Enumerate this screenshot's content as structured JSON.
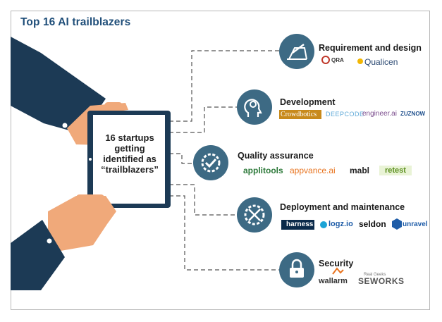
{
  "title": "Top 16 AI trailblazers",
  "tablet_text": "16 startups getting identified as “trailblazers”",
  "colors": {
    "title": "#1f4e79",
    "circle": "#3d6a84",
    "dark": "#1c3a55",
    "skin": "#f0a97a"
  },
  "categories": [
    {
      "title": "Requirement and design",
      "icon": "design-icon",
      "logos": [
        "QRA",
        "Qualicen"
      ]
    },
    {
      "title": "Development",
      "icon": "brain-icon",
      "logos": [
        "Crowdbotics",
        "DEEPCODE",
        "engineer.ai",
        "ZUZNOW"
      ]
    },
    {
      "title": "Quality assurance",
      "icon": "quality-gear-icon",
      "logos": [
        "applitools",
        "appvance.ai",
        "mabl",
        "retest"
      ]
    },
    {
      "title": "Deployment and maintenance",
      "icon": "tools-gear-icon",
      "logos": [
        "harness",
        "logz.io",
        "seldon",
        "unravel"
      ]
    },
    {
      "title": "Security",
      "icon": "lock-icon",
      "logos": [
        "wallarm",
        "SEWORKS"
      ]
    }
  ],
  "logo_extras": {
    "seworks_prefix": "Real Geeks"
  }
}
